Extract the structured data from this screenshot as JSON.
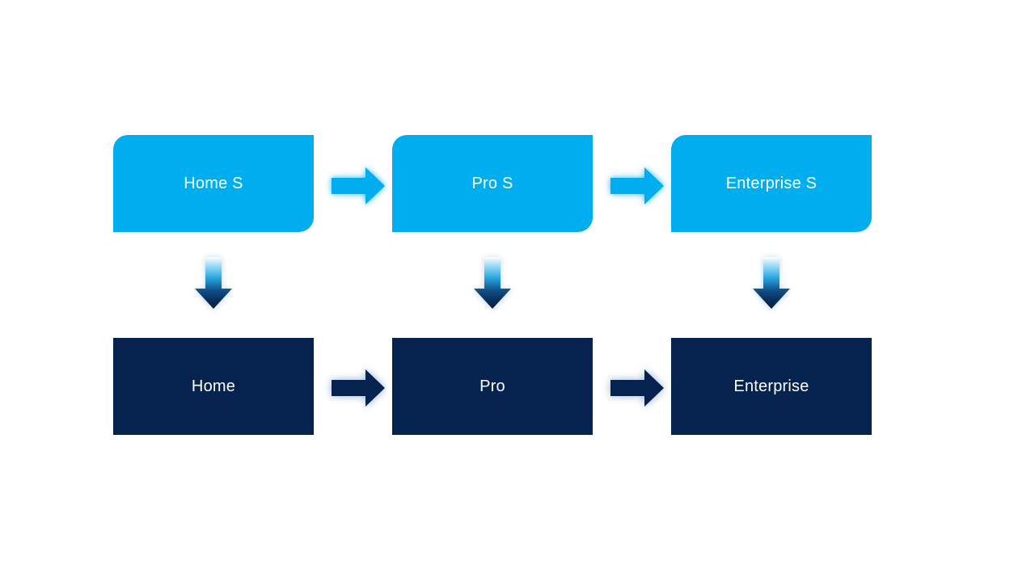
{
  "diagram": {
    "columns": [
      {
        "top": "Home S",
        "bottom": "Home"
      },
      {
        "top": "Pro S",
        "bottom": "Pro"
      },
      {
        "top": "Enterprise S",
        "bottom": "Enterprise"
      }
    ],
    "colors": {
      "top_box_fill": "#00AEEF",
      "bottom_box_fill": "#06234F",
      "label_text": "#FFFFFF",
      "background": "#FFFFFF",
      "top_arrow_glow": "#7FDBFF",
      "bottom_arrow_glow": "#AFC6E0"
    }
  }
}
